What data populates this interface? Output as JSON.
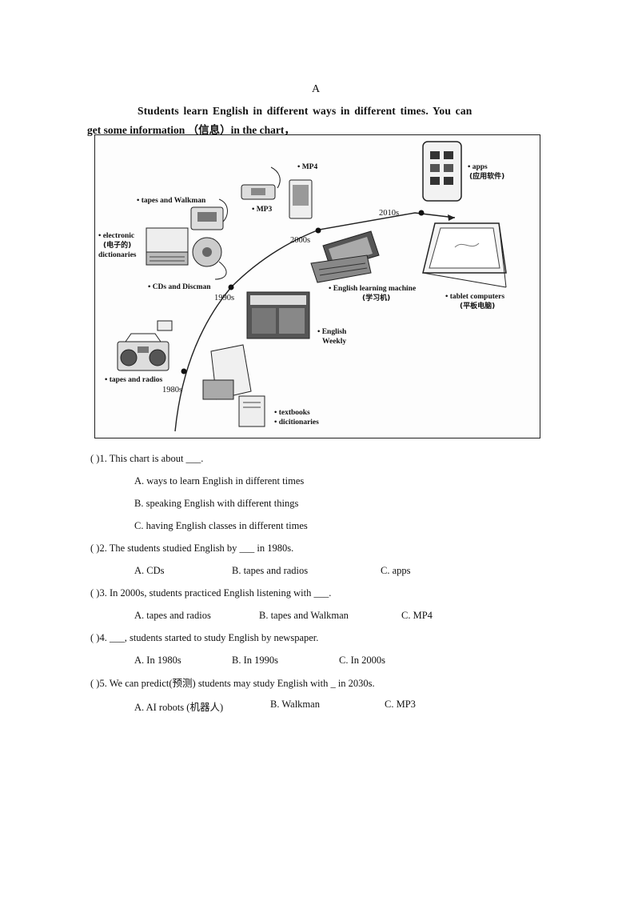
{
  "heading": "A",
  "intro": {
    "line1": "Students learn English in different ways in different times. You can",
    "line2": "get some information （信息）in the chart，"
  },
  "chart": {
    "years": [
      "1980s",
      "1990s",
      "2000s",
      "2010s"
    ],
    "labels": {
      "mp4": "• MP4",
      "mp3": "• MP3",
      "tapes_walkman": "• tapes and Walkman",
      "electronic1": "• electronic",
      "electronic2": "(电子的)",
      "electronic3": "dictionaries",
      "cds_discman": "• CDs and Discman",
      "apps1": "• apps",
      "apps2": "(应用软件)",
      "learning_machine1": "• English learning machine",
      "learning_machine2": "(学习机)",
      "tablet1": "• tablet computers",
      "tablet2": "(平板电脑)",
      "weekly1": "• English",
      "weekly2": "Weekly",
      "tapes_radios": "• tapes and radios",
      "textbooks": "• textbooks",
      "dictionaries": "• dicitionaries"
    }
  },
  "questions": [
    {
      "stem": "( )1. This chart is about ___.",
      "options": [
        "A. ways to learn English in different times",
        "B. speaking English with different things",
        "C. having English classes in different times"
      ]
    },
    {
      "stem": "( )2. The students studied English by ___ in 1980s.",
      "options": [
        "A. CDs",
        "B. tapes and radios",
        "C. apps"
      ]
    },
    {
      "stem": "( )3. In 2000s, students practiced English listening with ___.",
      "options": [
        "A. tapes and radios",
        "B. tapes and Walkman",
        "C. MP4"
      ]
    },
    {
      "stem": "( )4. ___, students started to study English by newspaper.",
      "options": [
        "A. In 1980s",
        "B. In 1990s",
        "C. In 2000s"
      ]
    },
    {
      "stem": "( )5. We can predict(预测) students may study English with _ in 2030s.",
      "options": [
        "A. AI robots (机器人)",
        "B. Walkman",
        "C. MP3"
      ]
    }
  ]
}
